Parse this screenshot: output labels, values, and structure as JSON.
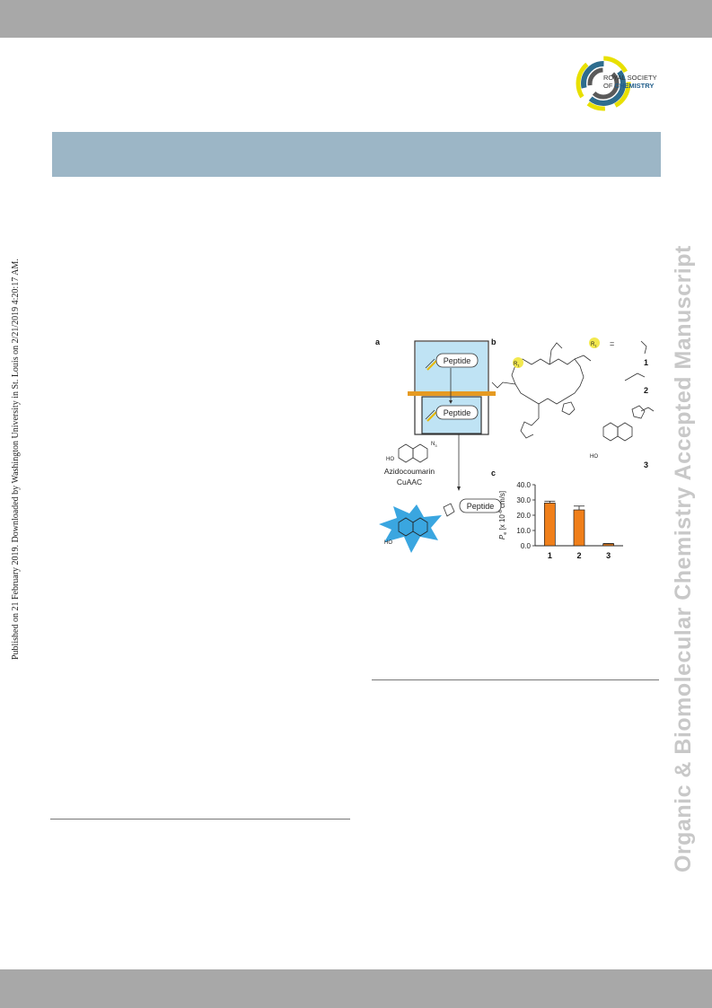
{
  "page": {
    "side_text": "Published on 21 February 2019. Downloaded by Washington University in St. Louis on 2/21/2019 4:20:17 AM.",
    "watermark": "Organic & Biomolecular Chemistry Accepted Manuscript"
  },
  "logo": {
    "line1": "ROYAL SOCIETY",
    "line2": "OF",
    "line3": "CHEMISTRY"
  },
  "figure": {
    "panel_a": "a",
    "panel_b": "b",
    "panel_c": "c",
    "peptide_label": "Peptide",
    "azide_name": "Azidocoumarin",
    "reaction": "CuAAC",
    "n3_label": "N",
    "n3_sub": "3",
    "ho_label": "HO",
    "r1_label": "R",
    "r1_sub": "1",
    "equals": "=",
    "compound_1": "1",
    "compound_2": "2",
    "compound_3": "3"
  },
  "chart_data": {
    "type": "bar",
    "categories": [
      "1",
      "2",
      "3"
    ],
    "values": [
      28.0,
      23.5,
      1.2
    ],
    "errors": [
      1.2,
      2.5,
      0.3
    ],
    "ylabel": "Pe [x 10-6 cm/s]",
    "ylabel_parts": {
      "p": "P",
      "sub": "e",
      "pre": " [x 10",
      "sup": "-6",
      "post": " cm/s]"
    },
    "ylim": [
      0,
      40
    ],
    "yticks": [
      "0.0",
      "10.0",
      "20.0",
      "30.0",
      "40.0"
    ],
    "bar_color": "#f07f1a"
  }
}
